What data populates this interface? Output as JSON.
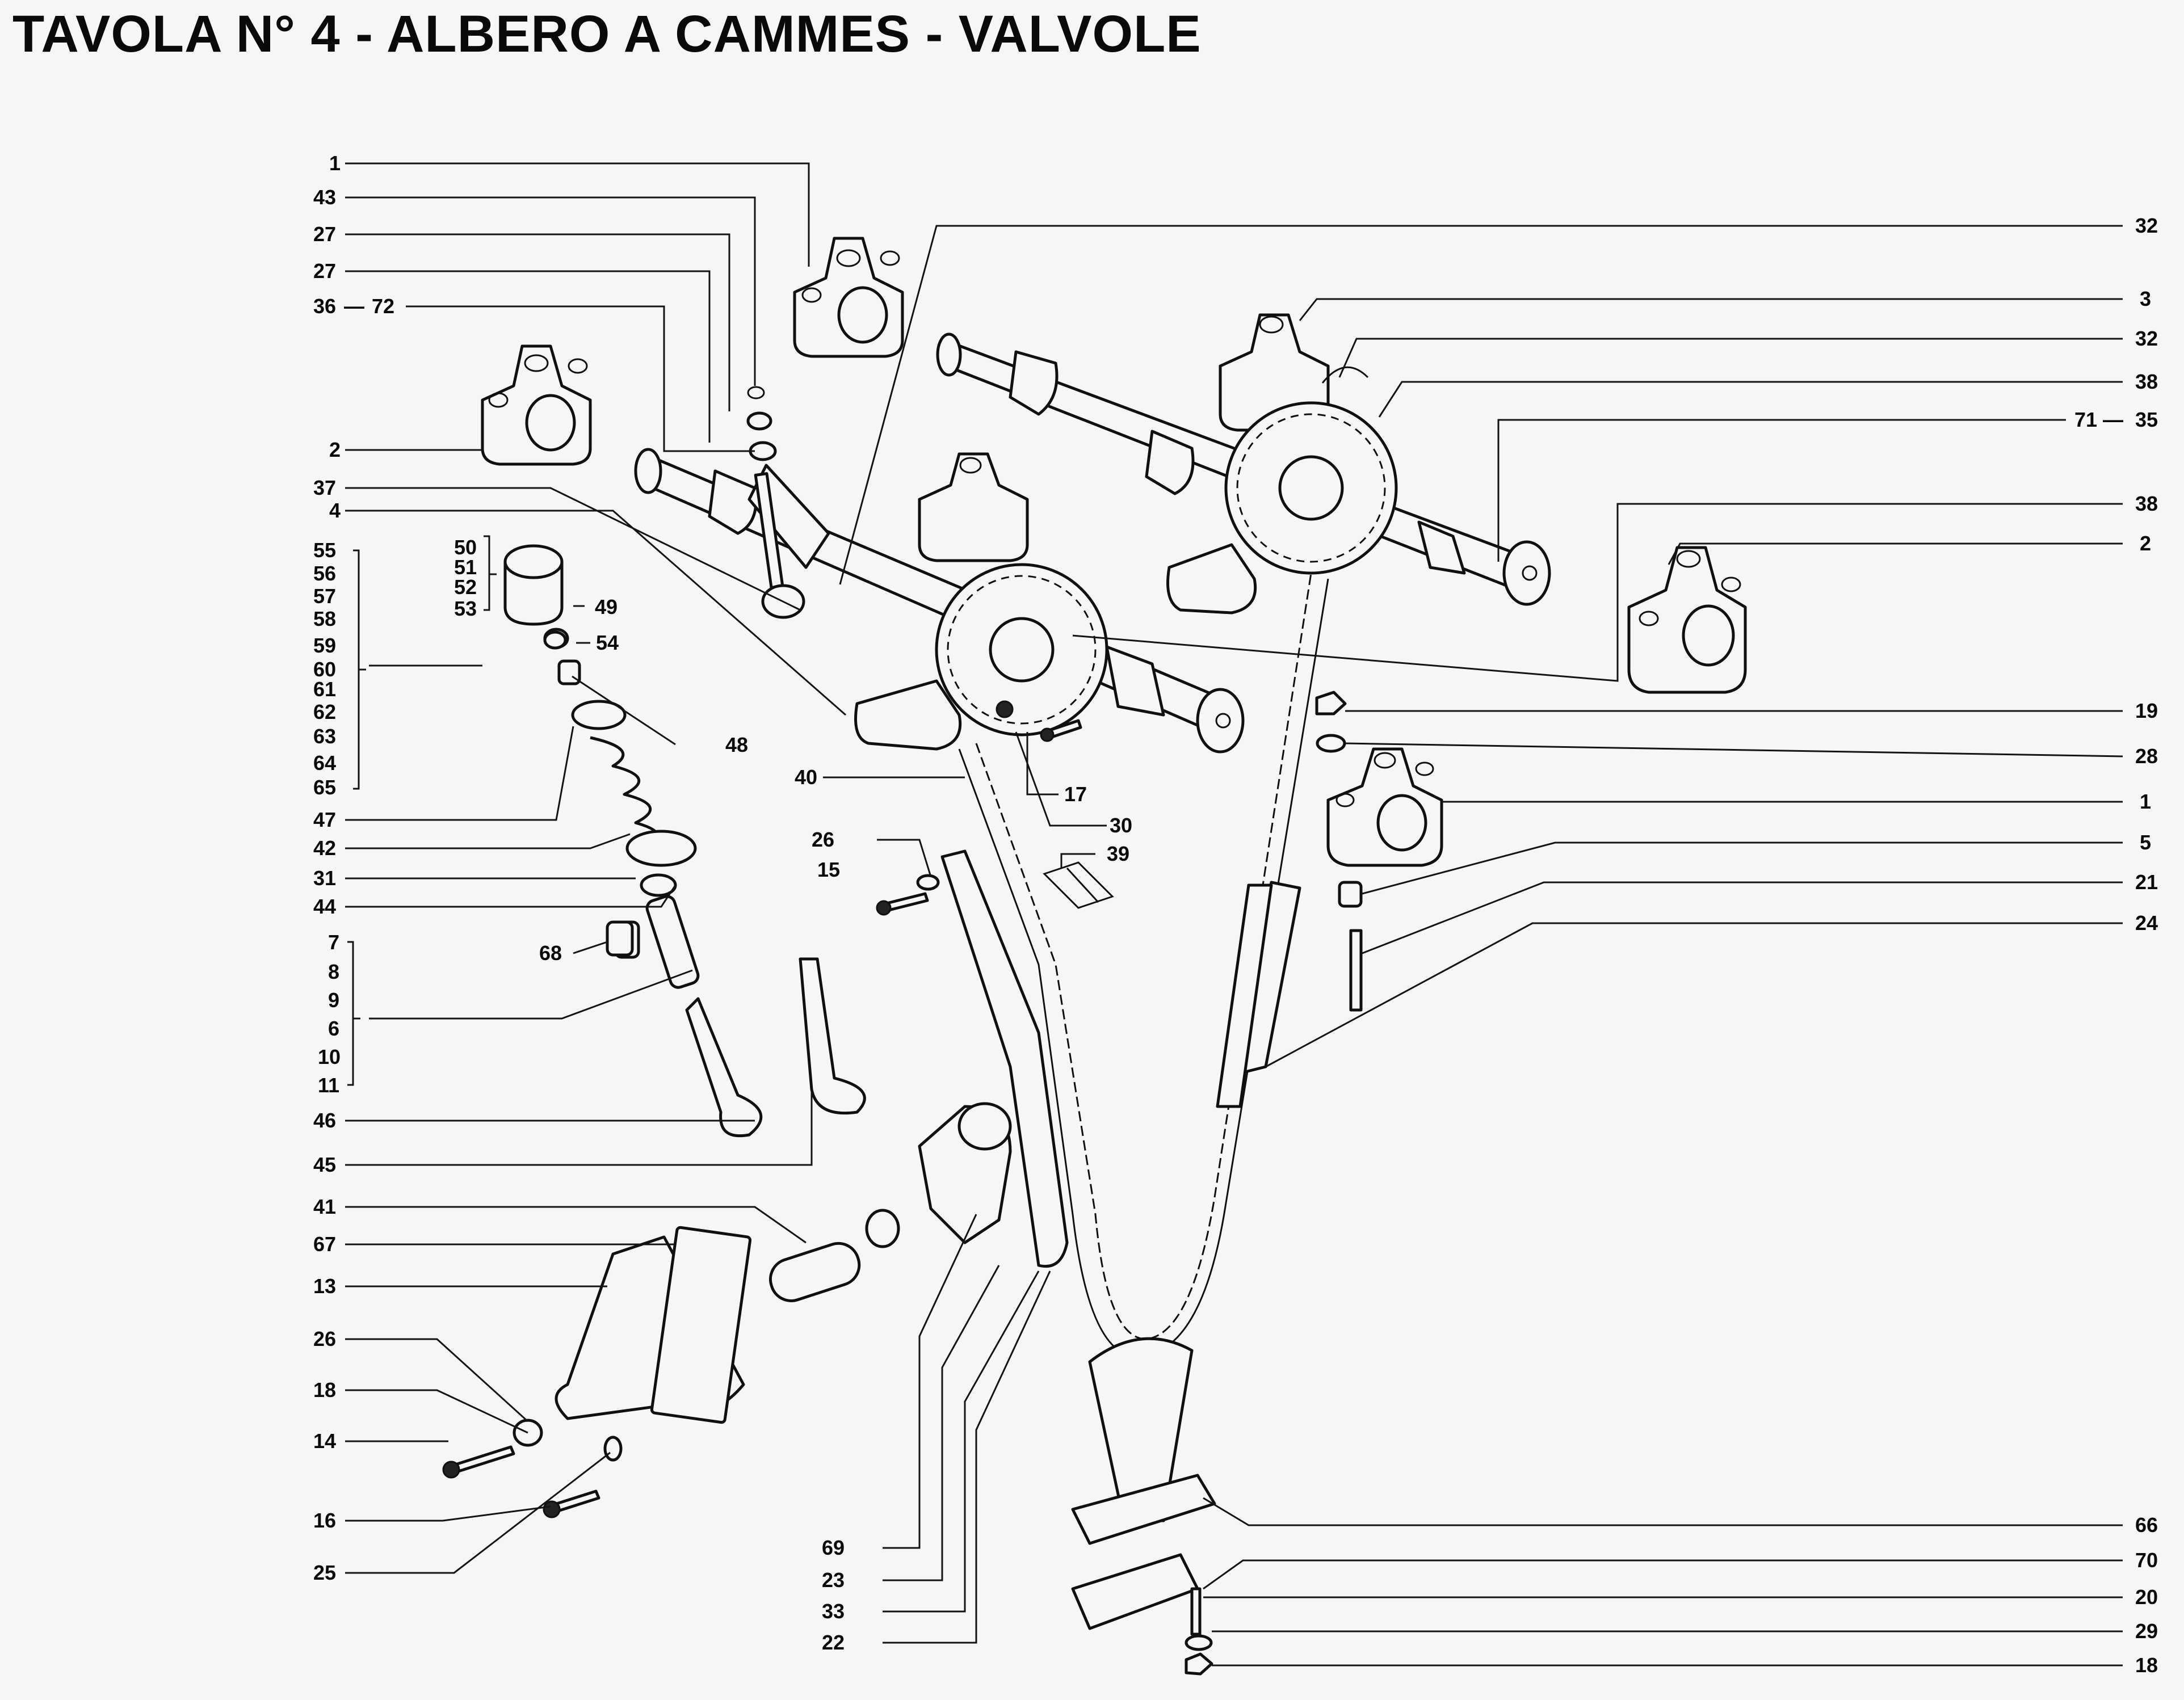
{
  "title": "TAVOLA N° 4 - ALBERO A CAMMES - VALVOLE",
  "colors": {
    "ink": "#101010",
    "paper": "#f6f6f6"
  },
  "labels": {
    "l1a": "1",
    "l43": "43",
    "l27a": "27",
    "l27b": "27",
    "l36": "36",
    "l72": "72",
    "l2a": "2",
    "l37": "37",
    "l4": "4",
    "l55": "55",
    "l56": "56",
    "l57": "57",
    "l58": "58",
    "l59": "59",
    "l60": "60",
    "l61": "61",
    "l62": "62",
    "l63": "63",
    "l64": "64",
    "l65": "65",
    "l50": "50",
    "l51": "51",
    "l52": "52",
    "l53": "53",
    "l49": "49",
    "l54": "54",
    "l48": "48",
    "l47": "47",
    "l42": "42",
    "l31": "31",
    "l44": "44",
    "l68": "68",
    "l7": "7",
    "l8": "8",
    "l9": "9",
    "l6": "6",
    "l10": "10",
    "l11": "11",
    "l46": "46",
    "l45": "45",
    "l41": "41",
    "l67": "67",
    "l13": "13",
    "l26b": "26",
    "l18a": "18",
    "l14": "14",
    "l16": "16",
    "l25": "25",
    "l40": "40",
    "l26a": "26",
    "l15": "15",
    "l17": "17",
    "l30": "30",
    "l39": "39",
    "l69": "69",
    "l23": "23",
    "l33": "33",
    "l22": "22",
    "r32a": "32",
    "r3": "3",
    "r32b": "32",
    "r38a": "38",
    "r71": "71",
    "r35": "35",
    "r38b": "38",
    "r2": "2",
    "r19": "19",
    "r28": "28",
    "r1": "1",
    "r5": "5",
    "r21": "21",
    "r24": "24",
    "r66": "66",
    "r70": "70",
    "r20": "20",
    "r29": "29",
    "r18": "18"
  }
}
